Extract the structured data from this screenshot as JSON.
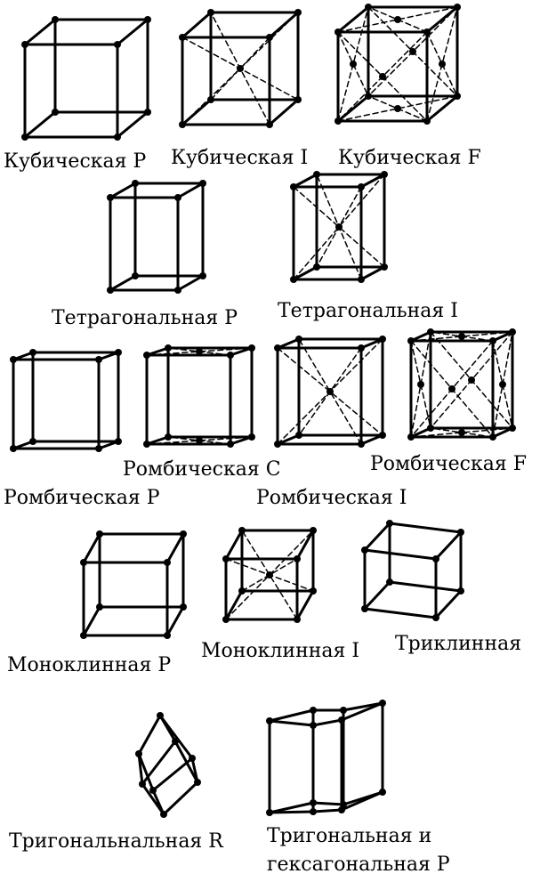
{
  "lattices": [
    {
      "id": "cubic-p",
      "label": "Кубическая P"
    },
    {
      "id": "cubic-i",
      "label": "Кубическая I"
    },
    {
      "id": "cubic-f",
      "label": "Кубическая F"
    },
    {
      "id": "tetragonal-p",
      "label": "Тетрагональная P"
    },
    {
      "id": "tetragonal-i",
      "label": "Тетрагональная I"
    },
    {
      "id": "rhombic-p",
      "label": "Ромбическая P"
    },
    {
      "id": "rhombic-c",
      "label": "Ромбическая C"
    },
    {
      "id": "rhombic-i",
      "label": "Ромбическая I"
    },
    {
      "id": "rhombic-f",
      "label": "Ромбическая F"
    },
    {
      "id": "monoclinic-p",
      "label": "Моноклинная P"
    },
    {
      "id": "monoclinic-i",
      "label": "Моноклинная I"
    },
    {
      "id": "triclinic",
      "label": "Триклинная"
    },
    {
      "id": "trigonal-r",
      "label": "Тригональнальная R"
    },
    {
      "id": "hexagonal-p",
      "label_line1": "Тригональная и",
      "label_line2": "гексагональная P"
    }
  ],
  "colors": {
    "ink": "#000000",
    "background": "#ffffff"
  }
}
